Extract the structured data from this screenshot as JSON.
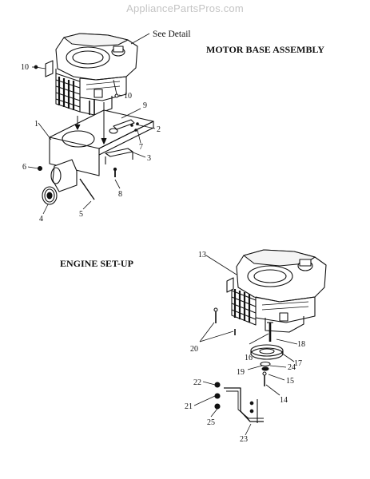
{
  "watermark": "AppliancePartsPros.com",
  "titles": {
    "motor_base": "MOTOR BASE ASSEMBLY",
    "engine_setup": "ENGINE SET-UP"
  },
  "see_detail": "See Detail",
  "callouts": {
    "c1": "1",
    "c2": "2",
    "c3": "3",
    "c4": "4",
    "c5": "5",
    "c6": "6",
    "c7": "7",
    "c8": "8",
    "c9": "9",
    "c10a": "10",
    "c10b": "10",
    "c13": "13",
    "c14": "14",
    "c15": "15",
    "c16": "16",
    "c17": "17",
    "c18": "18",
    "c19": "19",
    "c20": "20",
    "c21": "21",
    "c22": "22",
    "c23": "23",
    "c24": "24",
    "c25": "25"
  }
}
